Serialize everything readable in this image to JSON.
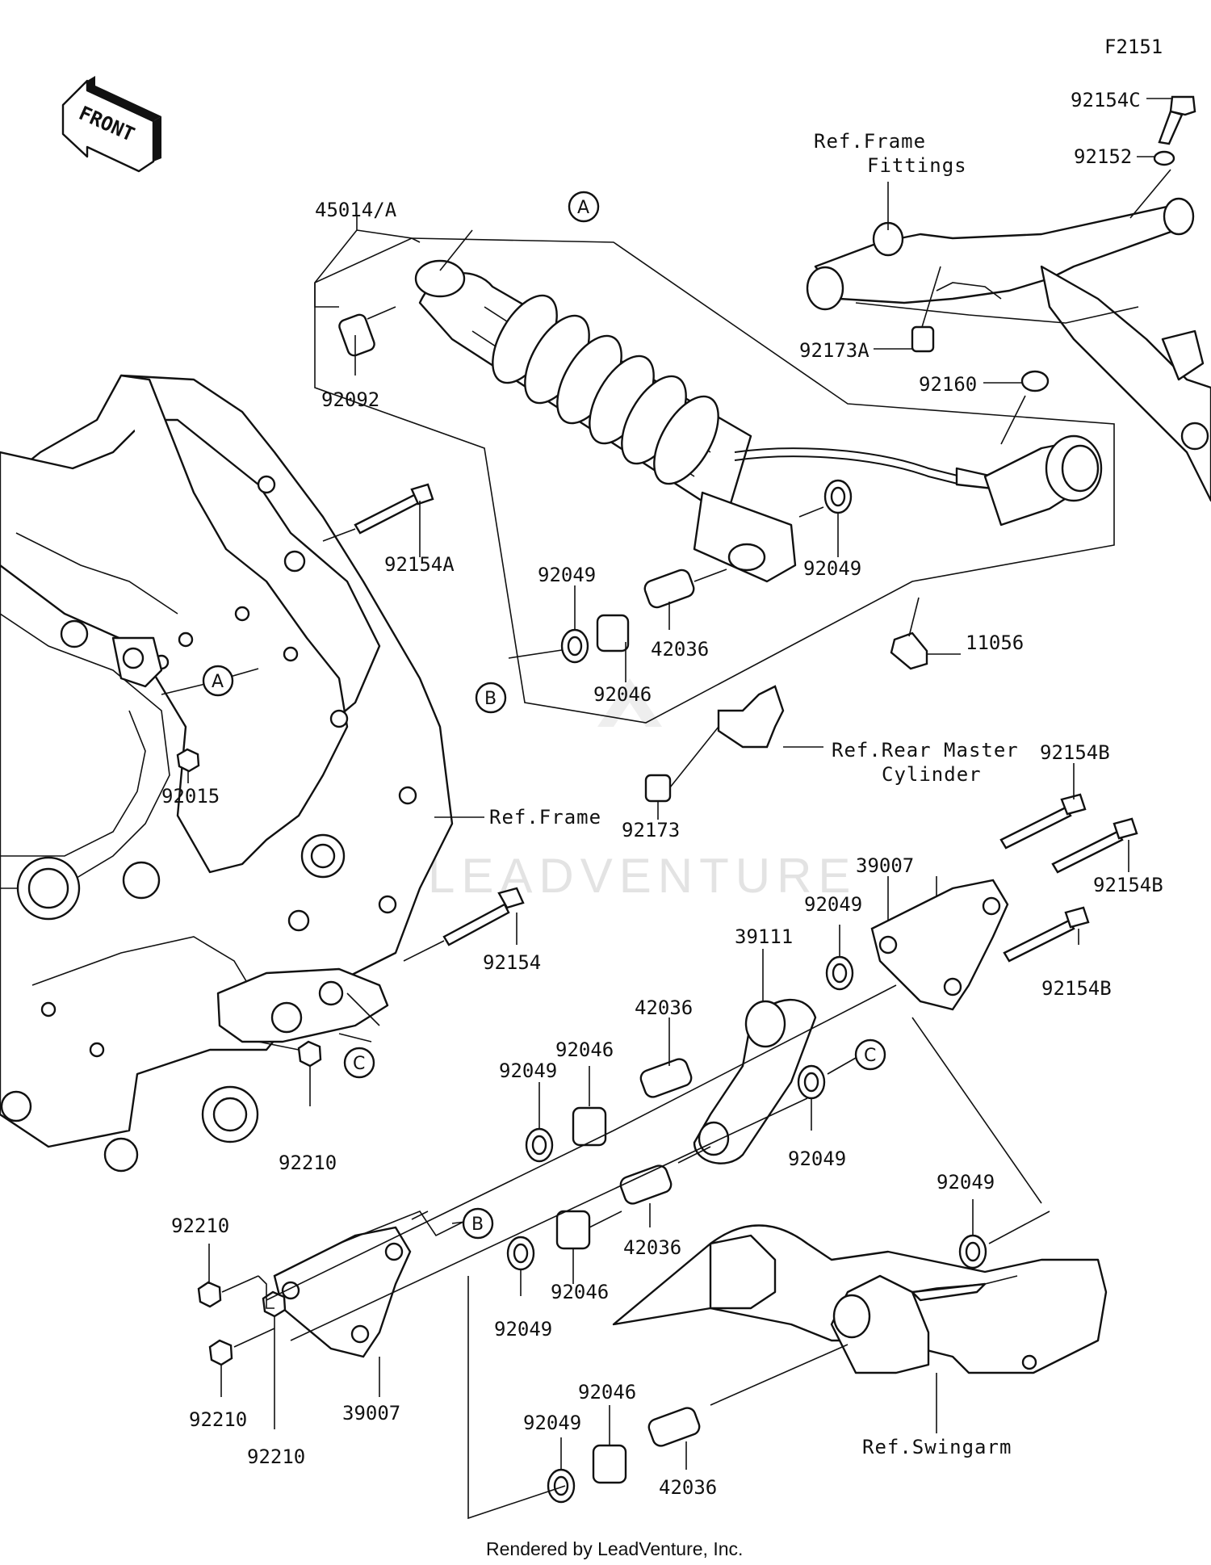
{
  "diagram_id": "F2151",
  "watermark": "LEADVENTURE",
  "footer": "Rendered by LeadVenture, Inc.",
  "front_arrow": "FRONT",
  "callouts": {
    "A": "A",
    "B": "B",
    "C": "C"
  },
  "references": {
    "frame_fittings_1": "Ref.Frame",
    "frame_fittings_2": "Fittings",
    "rear_master_1": "Ref.Rear Master",
    "rear_master_2": "Cylinder",
    "frame": "Ref.Frame",
    "swingarm": "Ref.Swingarm"
  },
  "parts": {
    "p45014A": "45014/A",
    "p92092": "92092",
    "p92154C": "92154C",
    "p92152": "92152",
    "p92173A": "92173A",
    "p92160": "92160",
    "p92154A": "92154A",
    "p92049_a": "92049",
    "p92049_b": "92049",
    "p42036_a": "42036",
    "p92046_a": "92046",
    "p11056": "11056",
    "p92015": "92015",
    "p92173": "92173",
    "p92154B_a": "92154B",
    "p92154B_b": "92154B",
    "p92154B_c": "92154B",
    "p39007_a": "39007",
    "p92049_c": "92049",
    "p39111": "39111",
    "p92154": "92154",
    "p42036_b": "42036",
    "p92046_b": "92046",
    "p92049_d": "92049",
    "p92210_a": "92210",
    "p92049_e": "92049",
    "p42036_c": "42036",
    "p92049_f": "92049",
    "p92210_b": "92210",
    "p92046_c": "92046",
    "p92049_g": "92049",
    "p92210_c": "92210",
    "p92210_d": "92210",
    "p39007_b": "39007",
    "p92046_d": "92046",
    "p92049_h": "92049",
    "p42036_d": "42036"
  }
}
